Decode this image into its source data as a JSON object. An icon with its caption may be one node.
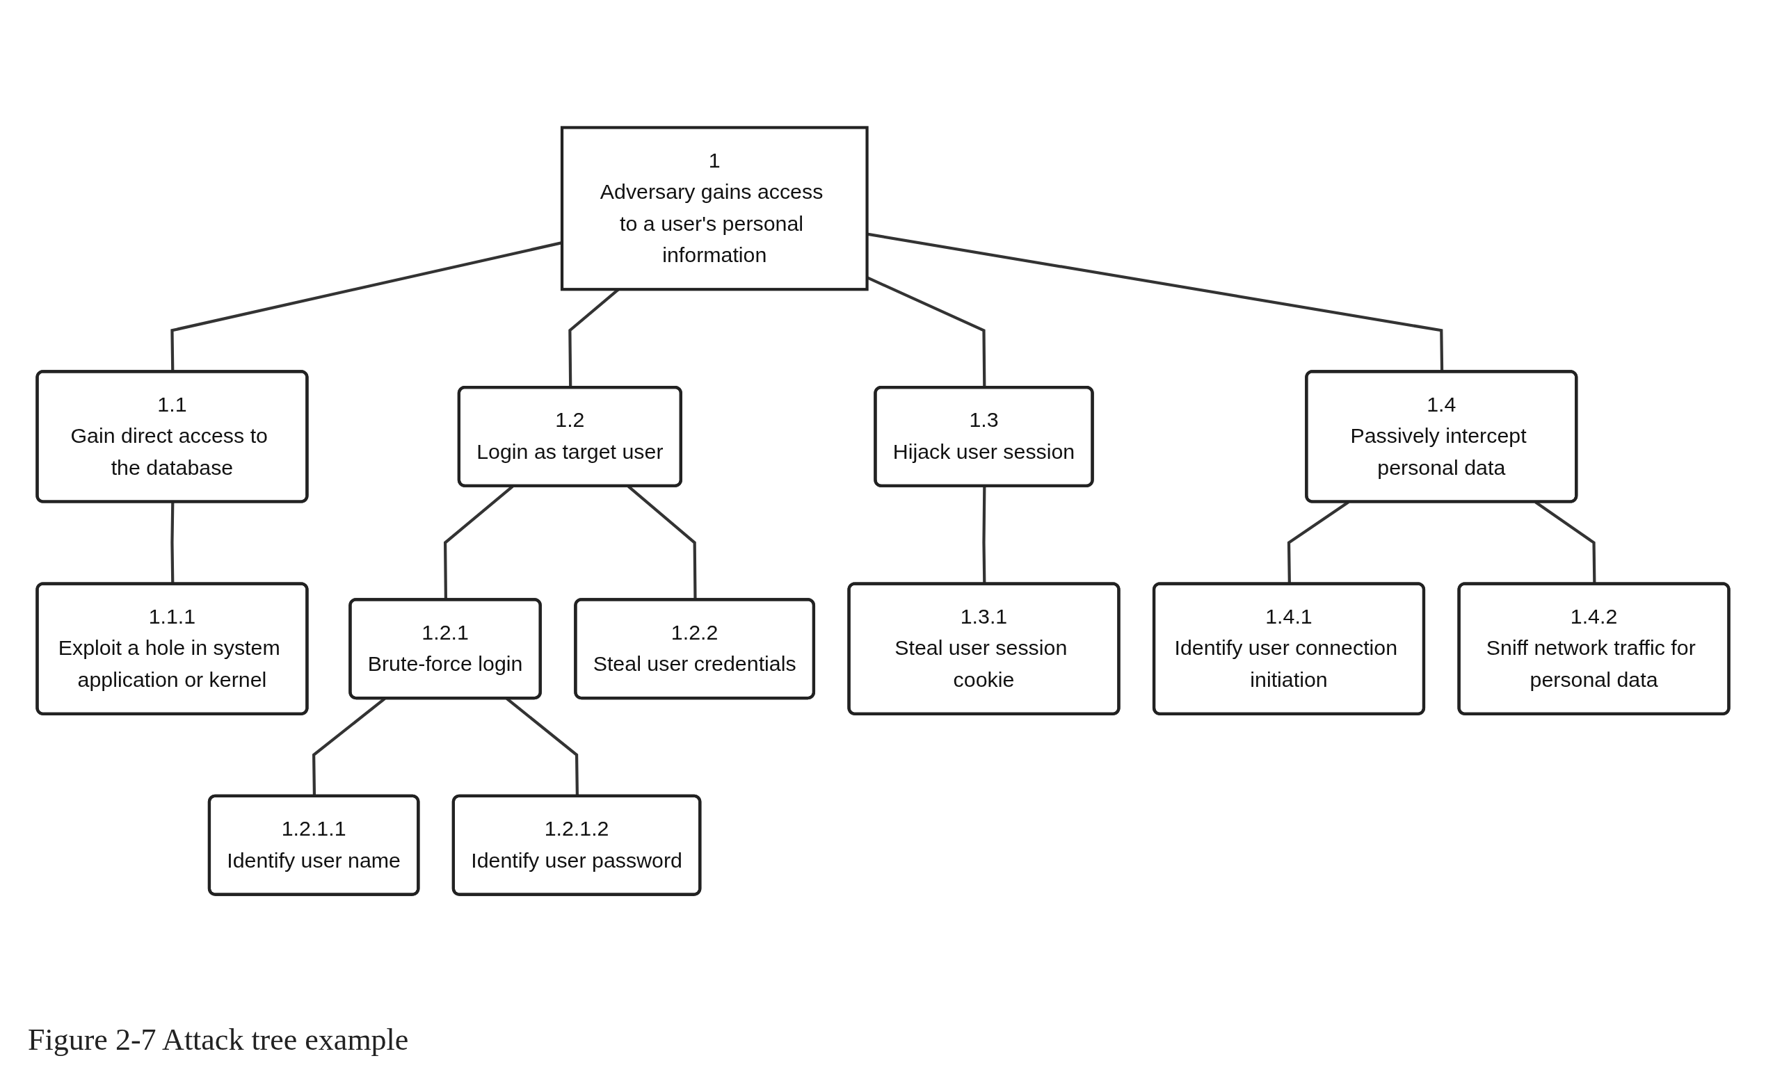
{
  "diagram": {
    "caption": "Figure 2-7 Attack tree example",
    "nodes": [
      {
        "text": [
          "1",
          "Adversary gains access to a user's personal information"
        ]
      },
      {
        "text": [
          "1.1",
          "Gain direct access to the database"
        ]
      },
      {
        "text": [
          "1.2",
          "Login as target user"
        ]
      },
      {
        "text": [
          "1.3",
          "Hijack user session"
        ]
      },
      {
        "text": [
          "1.4",
          "Passively intercept personal data"
        ]
      },
      {
        "text": [
          "1.1.1",
          "Exploit a hole in system application or kernel"
        ]
      },
      {
        "text": [
          "1.2.1",
          "Brute-force login"
        ]
      },
      {
        "text": [
          "1.2.2",
          "Steal user credentials"
        ]
      },
      {
        "text": [
          "1.3.1",
          "Steal user session cookie"
        ]
      },
      {
        "text": [
          "1.4.1",
          "Identify user connection initiation"
        ]
      },
      {
        "text": [
          "1.4.2",
          "Sniff network traffic for personal data"
        ]
      },
      {
        "text": [
          "1.2.1.1",
          "Identify user name"
        ]
      },
      {
        "text": [
          "1.2.1.2",
          "Identify user password"
        ]
      }
    ],
    "edges": [
      {
        "from": 0,
        "to": 1,
        "arrow": "none"
      },
      {
        "from": 0,
        "to": 2,
        "arrow": "none"
      },
      {
        "from": 0,
        "to": 3,
        "arrow": "none"
      },
      {
        "from": 0,
        "to": 4,
        "arrow": "none"
      },
      {
        "from": 1,
        "to": 5,
        "arrow": "none"
      },
      {
        "from": 2,
        "to": 6,
        "arrow": "none"
      },
      {
        "from": 2,
        "to": 7,
        "arrow": "none"
      },
      {
        "from": 3,
        "to": 8,
        "arrow": "none"
      },
      {
        "from": 4,
        "to": 9,
        "arrow": "none"
      },
      {
        "from": 4,
        "to": 10,
        "arrow": "none"
      },
      {
        "from": 6,
        "to": 11,
        "arrow": "none"
      },
      {
        "from": 6,
        "to": 12,
        "arrow": "none"
      }
    ]
  }
}
